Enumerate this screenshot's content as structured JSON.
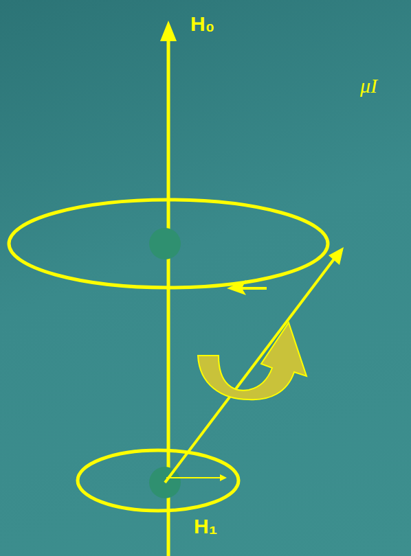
{
  "diagram": {
    "labels": [
      "H₀",
      "μI",
      "H₁"
    ]
  }
}
